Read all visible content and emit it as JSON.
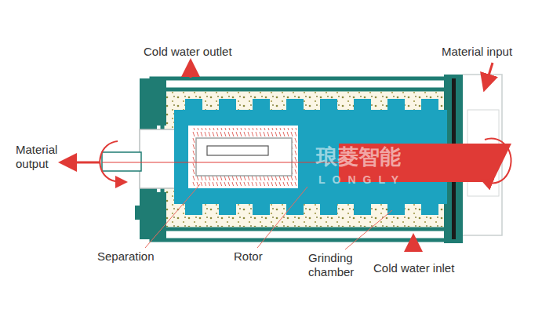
{
  "diagram": {
    "labels": [
      "Cold water outlet",
      "Material input",
      "Material output",
      "Separation",
      "Rotor",
      "Grinding chamber",
      "Cold water inlet",
      "琅菱智能",
      "LONGLY"
    ]
  }
}
